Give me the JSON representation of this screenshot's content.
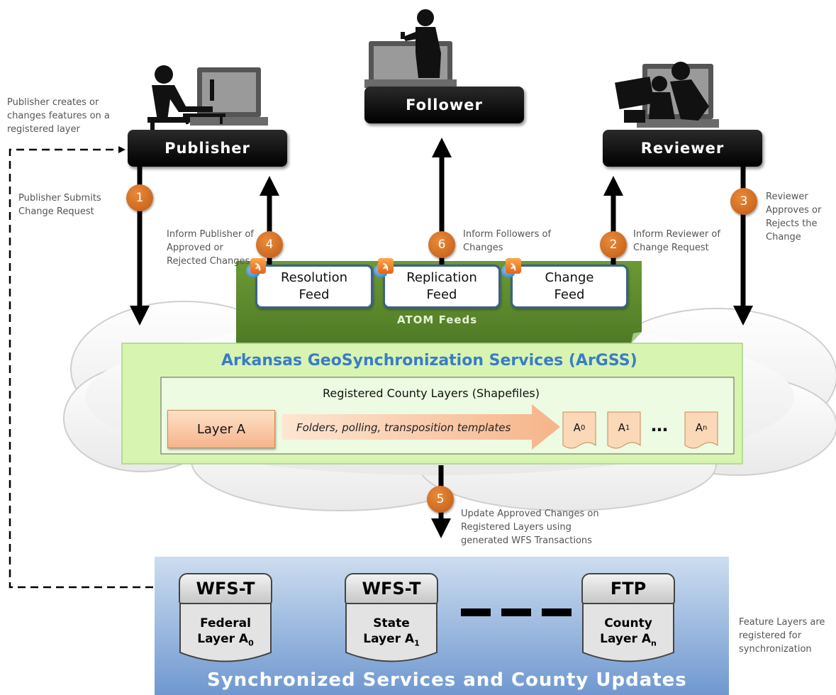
{
  "roles": {
    "publisher": "Publisher",
    "follower": "Follower",
    "reviewer": "Reviewer"
  },
  "notes": {
    "publisher_creates": "Publisher creates or changes features on a registered layer",
    "publisher_submits": "Publisher Submits Change Request",
    "inform_publisher": "Inform Publisher of Approved or Rejected Changes",
    "inform_followers": "Inform Followers of Changes",
    "inform_reviewer": "Inform Reviewer of Change Request",
    "reviewer_approves": "Reviewer Approves or Rejects the Change",
    "update_changes": "Update Approved Changes on Registered Layers using generated WFS Transactions",
    "feature_layers": "Feature Layers are registered for synchronization"
  },
  "steps": [
    "1",
    "2",
    "3",
    "4",
    "5",
    "6"
  ],
  "feeds": {
    "label": "ATOM Feeds",
    "items": [
      {
        "line1": "Resolution",
        "line2": "Feed"
      },
      {
        "line1": "Replication",
        "line2": "Feed"
      },
      {
        "line1": "Change",
        "line2": "Feed"
      }
    ]
  },
  "argss": {
    "title": "Arkansas GeoSynchronization  Services (ArGSS)",
    "registered_title": "Registered County Layers (Shapefiles)",
    "layer_a": "Layer A",
    "arrow_text": "Folders, polling, transposition templates",
    "versions": [
      {
        "base": "A",
        "sub": "0"
      },
      {
        "base": "A",
        "sub": "1"
      },
      {
        "base": "A",
        "sub": "n"
      }
    ],
    "ellipsis": "…"
  },
  "services": {
    "title": "Synchronized Services and County Updates",
    "items": [
      {
        "protocol": "WFS-T",
        "line1": "Federal",
        "line2": "Layer A",
        "sub": "0"
      },
      {
        "protocol": "WFS-T",
        "line1": "State",
        "line2": "Layer A",
        "sub": "1"
      },
      {
        "protocol": "FTP",
        "line1": "County",
        "line2": "Layer A",
        "sub": "n"
      }
    ]
  },
  "colors": {
    "badge": "#d1691f",
    "argss_box": "#d7f5b0",
    "atom_panel": "#5e8a2e",
    "argss_title": "#3b7bc8"
  }
}
